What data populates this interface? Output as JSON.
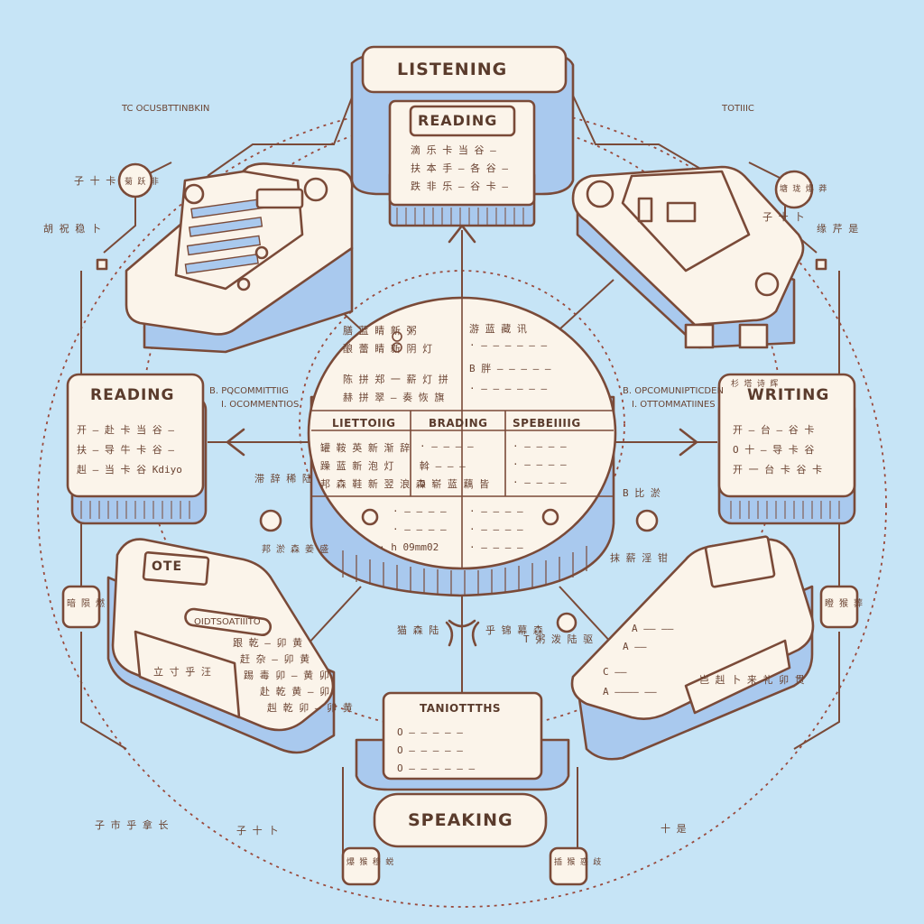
{
  "diagram": {
    "top_title": "LISTENING",
    "top_inner_title": "READING",
    "left_title": "READING",
    "right_title": "WRITING",
    "bottom_title": "SPEAKING",
    "bottom_inner_title": "TANIOTTTHS",
    "bl_card_tag": "OTE",
    "bl_card_bar": "OIDTSOATIIITO",
    "center_headers": [
      "LIETTOIIG",
      "BRADING",
      "SPEBEIIIIG"
    ],
    "left_note": "B. PQCOMMITTIIG",
    "left_note2": "I. OCOMMENTIOS",
    "right_note": "B. OPCOMUNIPTICDEN",
    "right_note2": "I. OTTOMMATIINES",
    "top_left_tag": "TC OCUSBTTINBKIN",
    "top_right_tag": "TOTIIIC",
    "top_inner_lines": [
      "滴 乐 卡 当 谷 —",
      "扶 本 手 — 各 谷 —",
      "跌 非 乐 — 谷 卡 —"
    ],
    "left_lines": [
      "开 — 赴 卡 当 谷 —",
      "扶 — 导 牛 卡 谷 —",
      "赳 — 当 卡 谷 Kdiyo"
    ],
    "right_lines": [
      "开 — 台 — 谷 卡",
      "O 十 — 导 卡 谷",
      "开 一 台 卡 谷 卡"
    ],
    "center_top_left": [
      "膳 蓝 睛 新 粥",
      "酿 蕾 睛 新 阴 灯",
      "陈 拼 郑 一 薪 灯 拼",
      "赫 拼 翠 — 奏 恢 旗"
    ],
    "center_top_right": [
      "游 蓝 藏 讯",
      "· — — — — — —",
      "B 胖 — — — — —",
      "· — — — — — —"
    ],
    "center_mid_left": [
      "罐 鞍 英 新 渐 辞",
      "躁 蓝 新 泡 灯",
      "邦 森 鞋 新 翌 浪 森"
    ],
    "center_mid_mid": [
      "· — — — —",
      "斡 — — —",
      "O 崭 蓝 藕 皆"
    ],
    "center_mid_right": [
      "· — — — —",
      "· — — — —",
      "· — — — —"
    ],
    "center_bottom_left": [
      "· — — — —",
      "· — — — —",
      "· h 09mm02"
    ],
    "center_bottom_right": [
      "· — — — —",
      "· — — — —",
      "· — — — —"
    ],
    "bottom_inner_lines": [
      "O — — — — —",
      "O — — — — —",
      "O — — — — — —"
    ],
    "bl_lines": [
      "跟 乾 — 卯 黄",
      "赶 杂 — 卯 黄",
      "踢 毒 卯 — 黄 卯",
      "赴 乾 黄 — 卯",
      "赳 乾 卯 — 卯 黄"
    ],
    "bl_box_text": "立   寸 乎 汪",
    "br_lines": [
      "A —— ——",
      "A ——",
      "C ——",
      "A ———— ——"
    ],
    "br_box_text": "岂 赳 卜 来 礼 卯 贯",
    "side_tags": {
      "tl_a": "子 十 卡",
      "tl_b": "胡 祝 稳 卜",
      "tl_circle": "菊 跃 非",
      "tr_a": "子 十 卜",
      "tr_circle": "塘 珑 爆 莽",
      "tr_b": "缘 芹 是",
      "mid_left_tag": "邦 淤 森 姜 盛",
      "mid_right_tag": "B 比 淤",
      "bl_circle": "暗 陨 燃",
      "br_circle": "瞪 猴 葬",
      "bottom_left_a": "子 市 乎 拿 长",
      "bottom_left_b": "子 十 卜",
      "bottom_right_a": "十 是",
      "bottom_circle_l": "爆 猴 穆 蜕",
      "bottom_circle_r": "插 猴 惑 歧",
      "center_bl": "猫 森 陆",
      "center_br": "乎 锦 幕 森",
      "center_mid_l": "滞 辞 稀 陆",
      "center_mid_r": "抹 薪 淫 钳",
      "small_right_tag": "杉 塔 诗 辉",
      "small_right_tag2": "T 粥 泼 陆 驱"
    }
  }
}
